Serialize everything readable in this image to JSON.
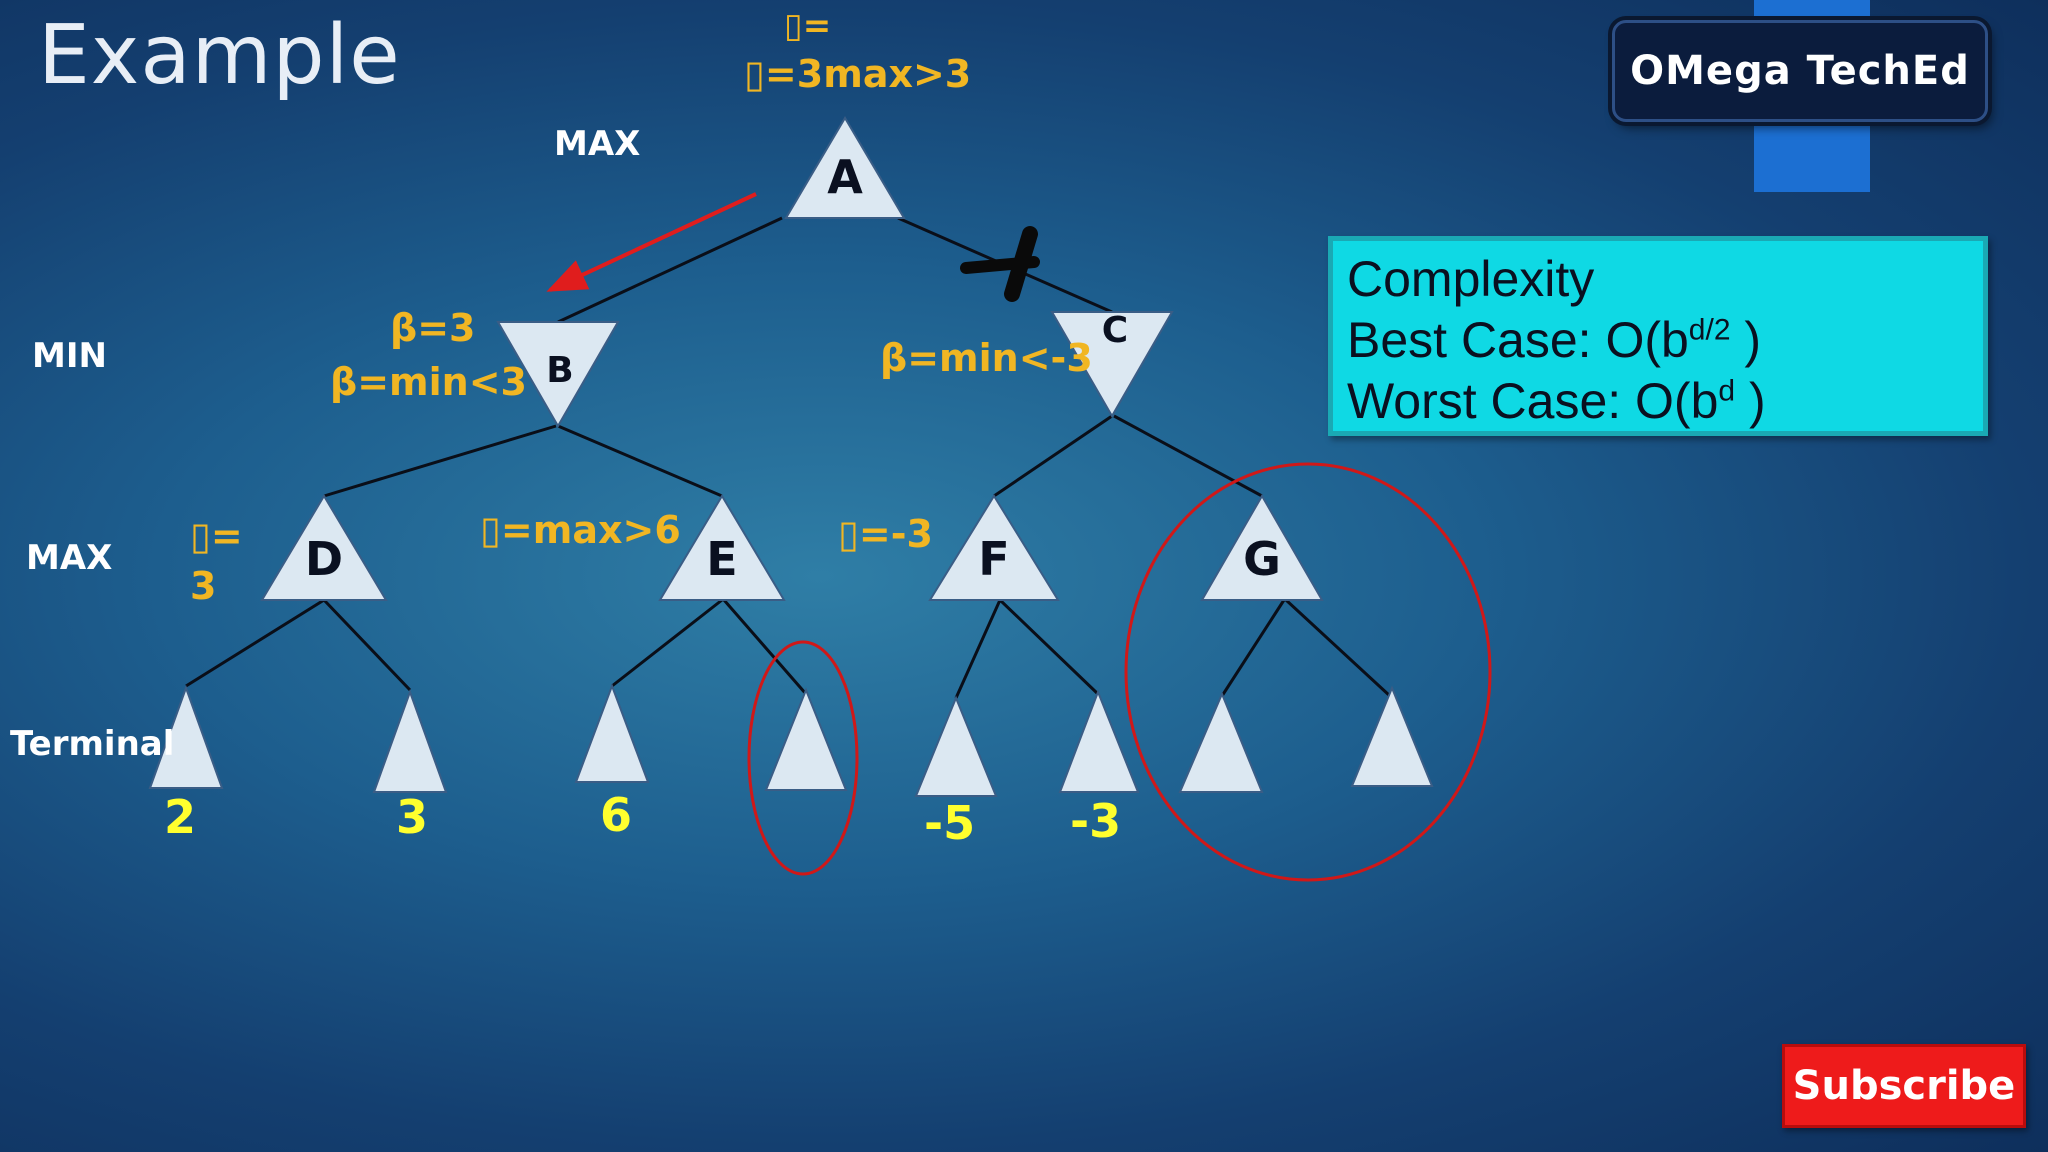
{
  "slide": {
    "title": "Example",
    "logo_text": "OMega TechEd",
    "subscribe_label": "Subscribe"
  },
  "complexity": {
    "heading": "Complexity",
    "best_label": "Best Case: O(b",
    "best_exp": "d/2",
    "best_close": " )",
    "worst_label": "Worst Case: O(b",
    "worst_exp": "d",
    "worst_close": " )"
  },
  "levels": {
    "max_top": "MAX",
    "min": "MIN",
    "max_mid": "MAX",
    "terminal": "Terminal"
  },
  "nodes": {
    "a": "A",
    "b": "B",
    "c": "C",
    "d": "D",
    "e": "E",
    "f": "F",
    "g": "G"
  },
  "annotations": {
    "a_line1": "▯=",
    "a_line2a": "▯=",
    "a_line2b": "3",
    "a_line2c": "max>3",
    "b_beta": "β=3",
    "b_min": "β=min<3",
    "c_min": "β=min<-3",
    "d_alpha": "▯=",
    "d_value": "3",
    "e_max": "▯=max>6",
    "f_alpha": "▯=-3"
  },
  "leaves": [
    "2",
    "3",
    "6",
    "-5",
    "-3"
  ],
  "colors": {
    "annotation": "#f1b623",
    "leaf_value": "#ffff2e",
    "prune_circle": "#d01818",
    "node_fill": "#dce8f2"
  }
}
